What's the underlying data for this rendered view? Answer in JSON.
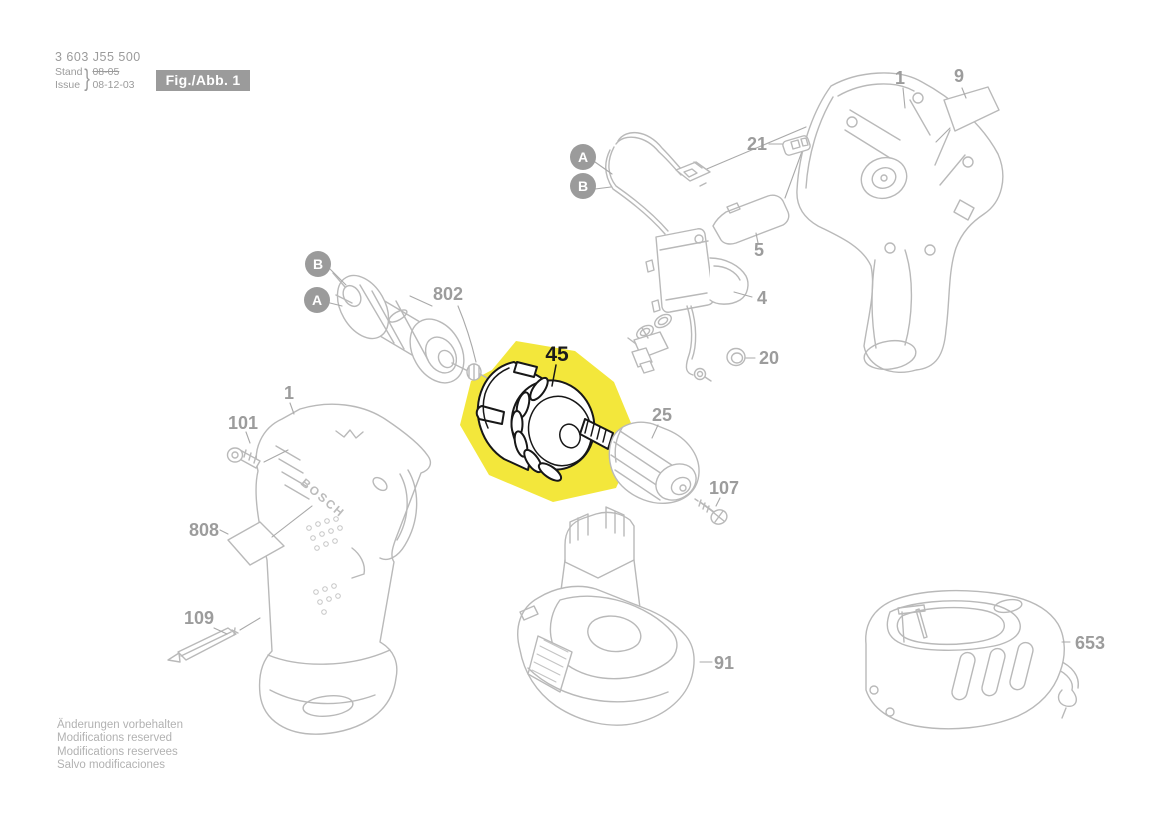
{
  "header": {
    "part_number": "3 603 J55 500",
    "stand_label": "Stand",
    "issue_label": "Issue",
    "brace": "}",
    "date_old": "08-05",
    "date_new": "08-12-03",
    "figure_label": "Fig./Abb. 1"
  },
  "footer": {
    "lines": [
      "Änderungen vorbehalten",
      "Modifications reserved",
      "Modifications reservees",
      "Salvo modificaciones"
    ]
  },
  "diagram": {
    "brand_text": "BOSCH",
    "marker_a": "A",
    "marker_b": "B",
    "highlight_color": "#f3e73b",
    "labels": {
      "right_housing": "1",
      "sticker_top": "9",
      "button": "21",
      "cover_plate": "5",
      "switch": "4",
      "ring": "20",
      "motor": "802",
      "gearbox": "45",
      "chuck": "25",
      "chuck_screw": "107",
      "left_housing": "1",
      "housing_screw": "101",
      "sticker_side": "808",
      "bit": "109",
      "battery": "91",
      "charger": "653"
    }
  }
}
